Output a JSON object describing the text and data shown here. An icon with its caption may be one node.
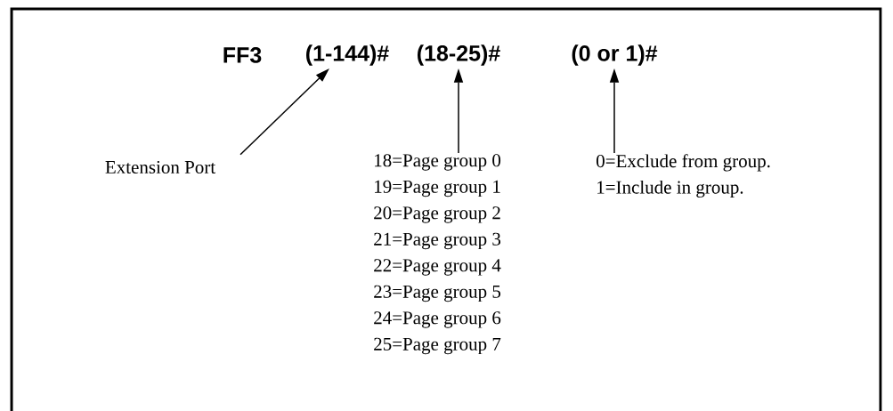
{
  "diagram": {
    "nodes": [
      {
        "text": [
          "FF3"
        ]
      },
      {
        "text": [
          "(1-144)#"
        ]
      },
      {
        "text": [
          "(18-25)#"
        ]
      },
      {
        "text": [
          "(0 or 1)#"
        ]
      },
      {
        "text": [
          "Extension Port"
        ]
      },
      {
        "text": [
          "18=Page group 0",
          "19=Page group 1",
          "20=Page group 2",
          "21=Page group 3",
          "22=Page group 4",
          "23=Page group 5",
          "24=Page group 6",
          "25=Page group 7"
        ]
      },
      {
        "text": [
          "0=Exclude from group.",
          "1=Include in group."
        ]
      }
    ],
    "edges": [
      {
        "from": 4,
        "to": 1,
        "arrow": "to"
      },
      {
        "from": 5,
        "to": 2,
        "arrow": "to"
      },
      {
        "from": 6,
        "to": 3,
        "arrow": "to"
      }
    ]
  }
}
